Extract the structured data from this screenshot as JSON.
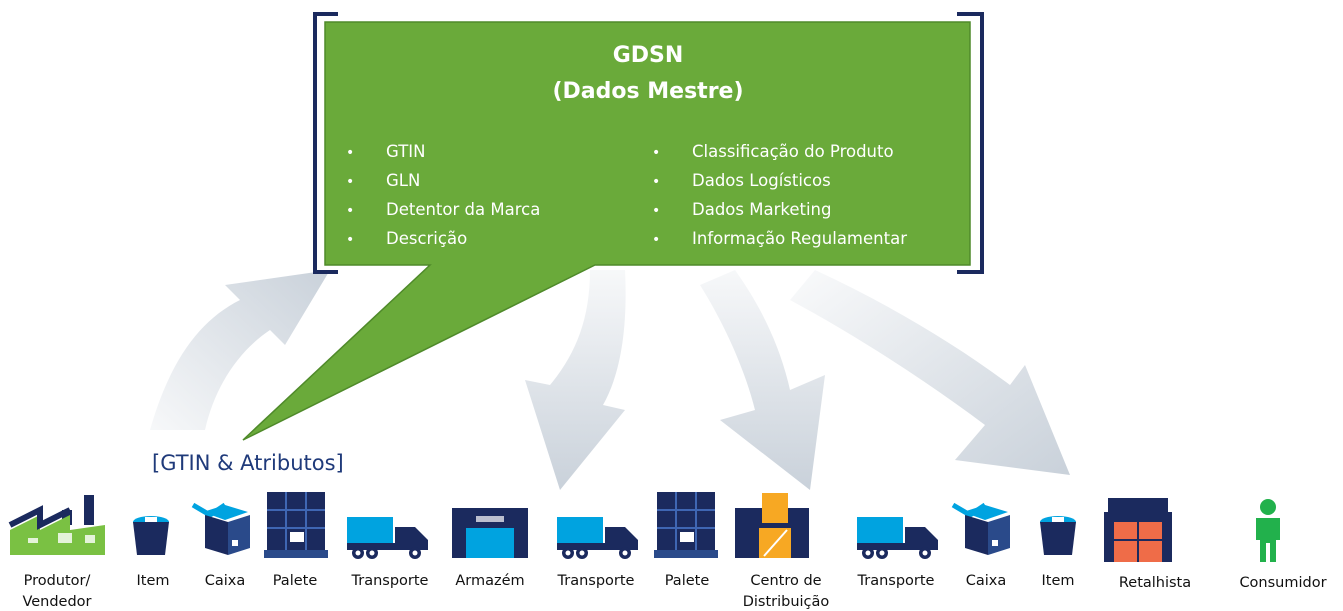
{
  "callout": {
    "title_line1": "GDSN",
    "title_line2": "(Dados Mestre)",
    "left_bullets": [
      "GTIN",
      "GLN",
      "Detentor da Marca",
      "Descrição"
    ],
    "right_bullets": [
      "Classificação do Produto",
      "Dados Logísticos",
      "Dados Marketing",
      "Informação Regulamentar"
    ],
    "bullet_symbol": "•",
    "fill_color": "#6aaa3a",
    "bracket_color": "#1b2a5e"
  },
  "attributes_label": "[GTIN & Atributos]",
  "arrow_color": "#c9d1da",
  "chain": [
    {
      "label": [
        "Produtor/",
        "Vendedor"
      ],
      "icon": "factory-icon"
    },
    {
      "label": [
        "Item"
      ],
      "icon": "item-cup-icon"
    },
    {
      "label": [
        "Caixa"
      ],
      "icon": "box-icon"
    },
    {
      "label": [
        "Palete"
      ],
      "icon": "pallet-icon"
    },
    {
      "label": [
        "Transporte"
      ],
      "icon": "truck-icon"
    },
    {
      "label": [
        "Armazém"
      ],
      "icon": "warehouse-icon"
    },
    {
      "label": [
        "Transporte"
      ],
      "icon": "truck-icon"
    },
    {
      "label": [
        "Palete"
      ],
      "icon": "pallet-icon"
    },
    {
      "label": [
        "Centro de",
        "Distribuição"
      ],
      "icon": "distribution-center-icon"
    },
    {
      "label": [
        "Transporte"
      ],
      "icon": "truck-icon"
    },
    {
      "label": [
        "Caixa"
      ],
      "icon": "box-icon"
    },
    {
      "label": [
        "Item"
      ],
      "icon": "item-cup-icon"
    },
    {
      "label": [
        "Retalhista"
      ],
      "icon": "store-icon"
    },
    {
      "label": [
        "Consumidor"
      ],
      "icon": "person-icon"
    }
  ]
}
